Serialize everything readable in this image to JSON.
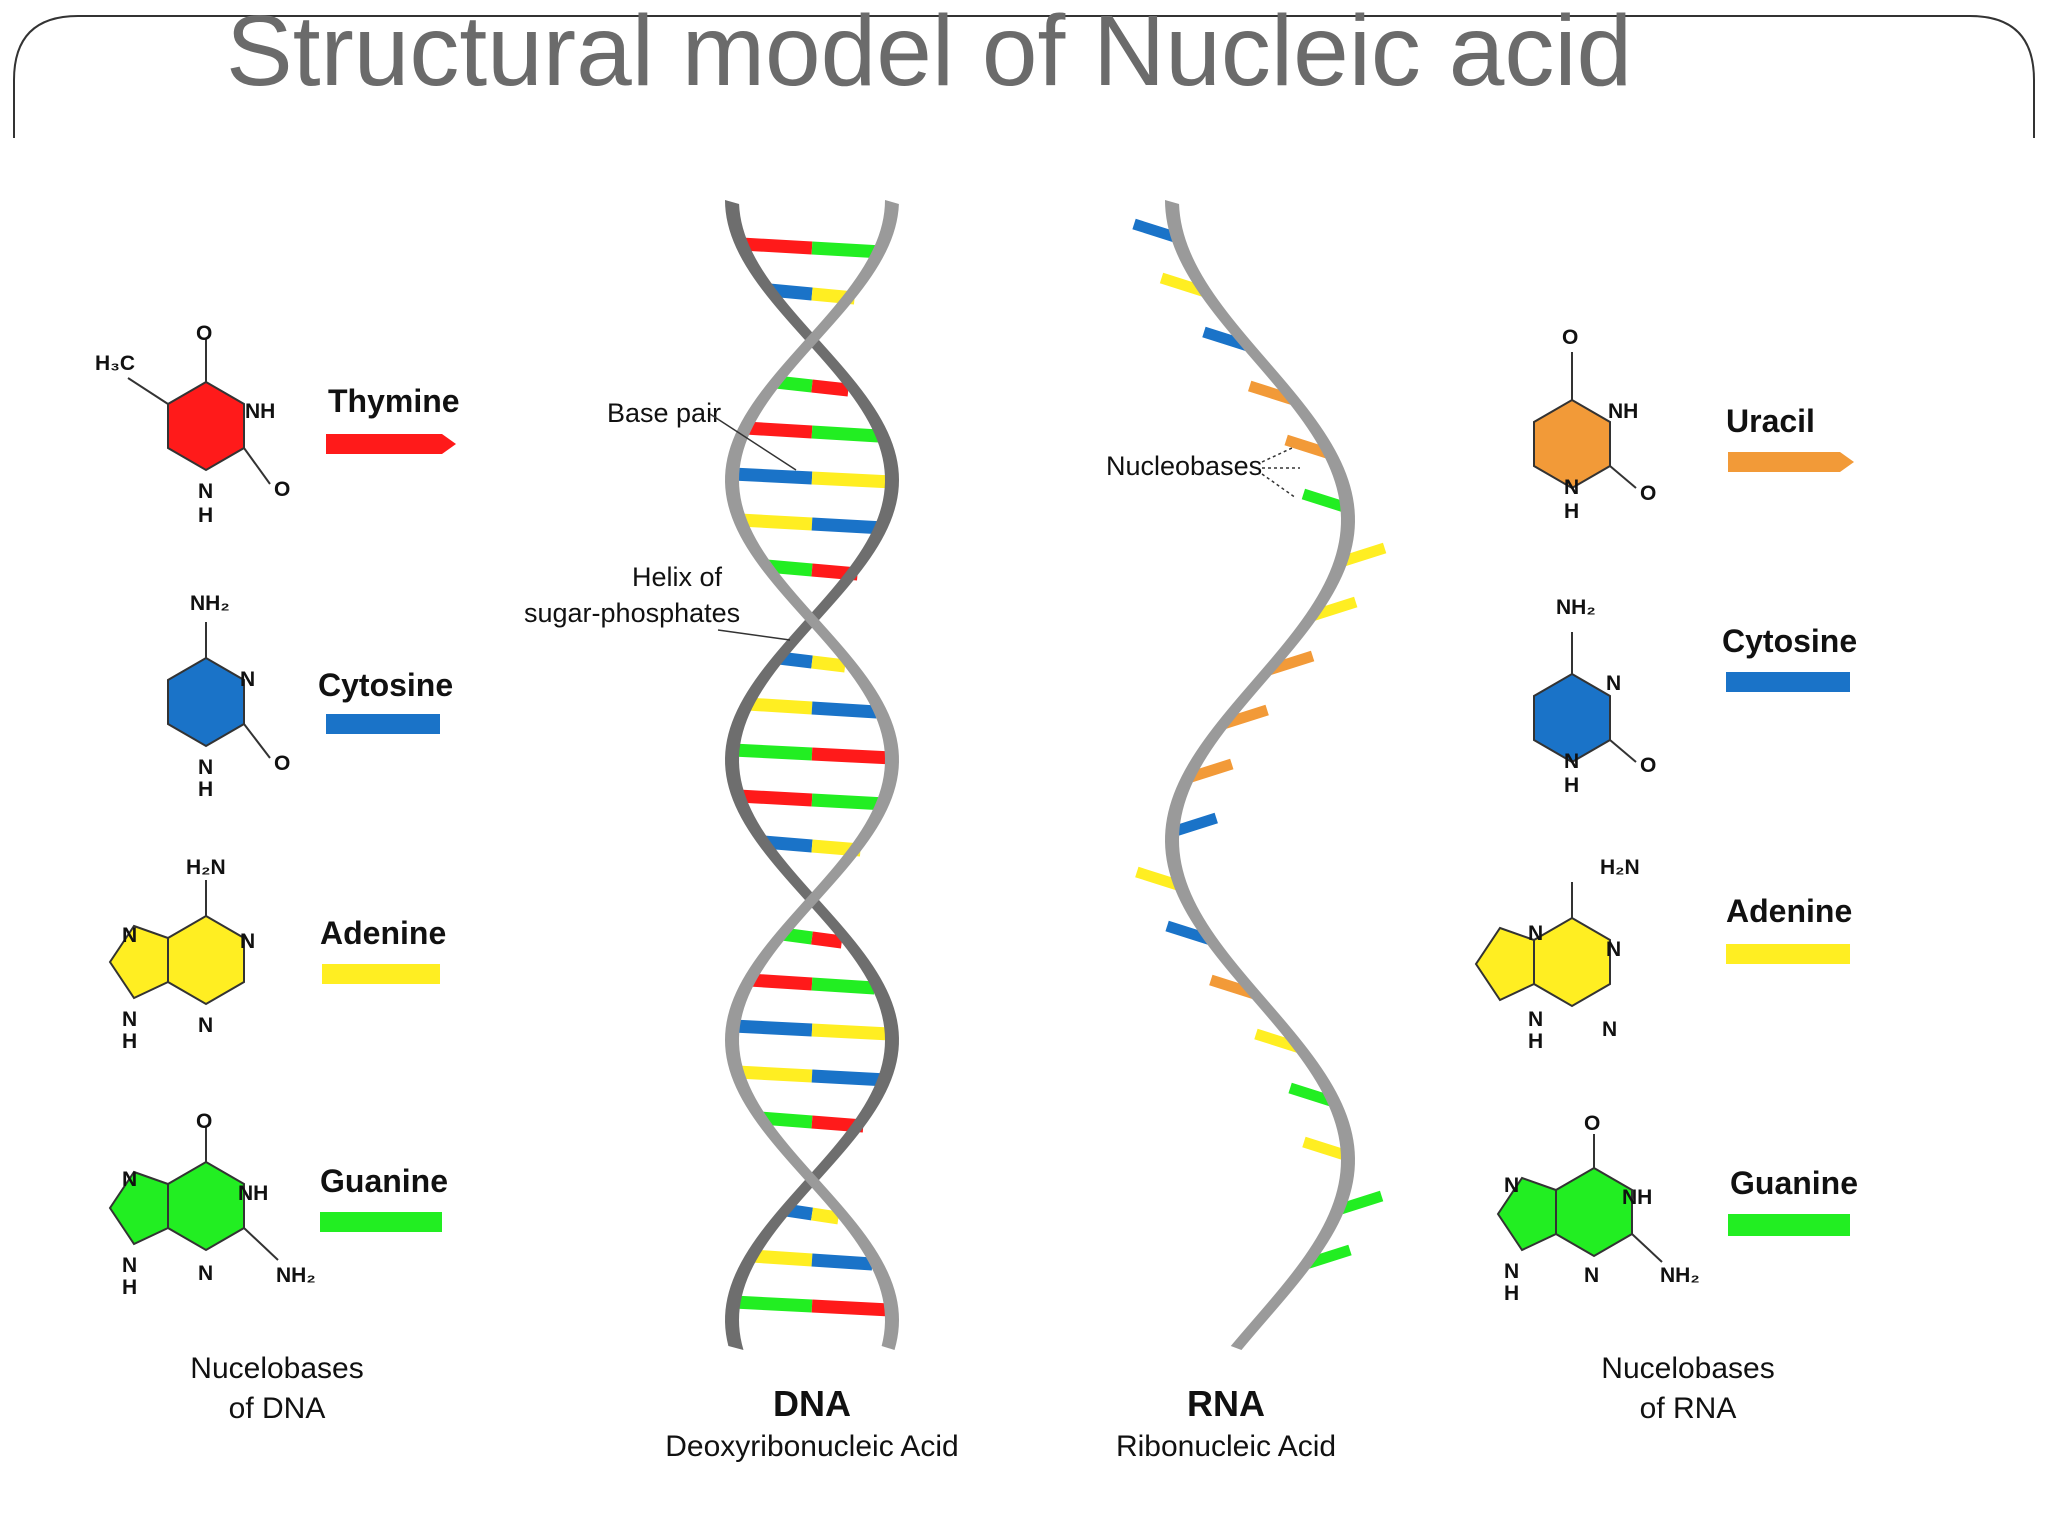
{
  "slide": {
    "title": "Structural model of Nucleic acid"
  },
  "dna_bases": {
    "caption_line1": "Nucelobases",
    "caption_line2": "of DNA",
    "items": [
      {
        "name": "Thymine",
        "color": "#ff1a1a"
      },
      {
        "name": "Cytosine",
        "color": "#1a73c8"
      },
      {
        "name": "Adenine",
        "color": "#ffee22"
      },
      {
        "name": "Guanine",
        "color": "#22ee22"
      }
    ]
  },
  "rna_bases": {
    "caption_line1": "Nucelobases",
    "caption_line2": "of RNA",
    "items": [
      {
        "name": "Uracil",
        "color": "#f29a38"
      },
      {
        "name": "Cytosine",
        "color": "#1a73c8"
      },
      {
        "name": "Adenine",
        "color": "#ffee22"
      },
      {
        "name": "Guanine",
        "color": "#22ee22"
      }
    ]
  },
  "dna": {
    "title": "DNA",
    "subtitle": "Deoxyribonucleic Acid",
    "label_base_pair": "Base pair",
    "label_helix_line1": "Helix of",
    "label_helix_line2": "sugar-phosphates"
  },
  "rna": {
    "title": "RNA",
    "subtitle": "Ribonucleic Acid",
    "label_nucleobases": "Nucleobases"
  },
  "atoms": {
    "methyl": "H₃C",
    "oxygen": "O",
    "nh": "NH",
    "h": "H",
    "n": "N",
    "nh2": "NH₂",
    "h2n": "H₂N"
  },
  "colors": {
    "title": "#6b6b6b",
    "strand": "#9a9a9a",
    "strand_dark": "#6e6e6e",
    "frame": "#333333"
  }
}
